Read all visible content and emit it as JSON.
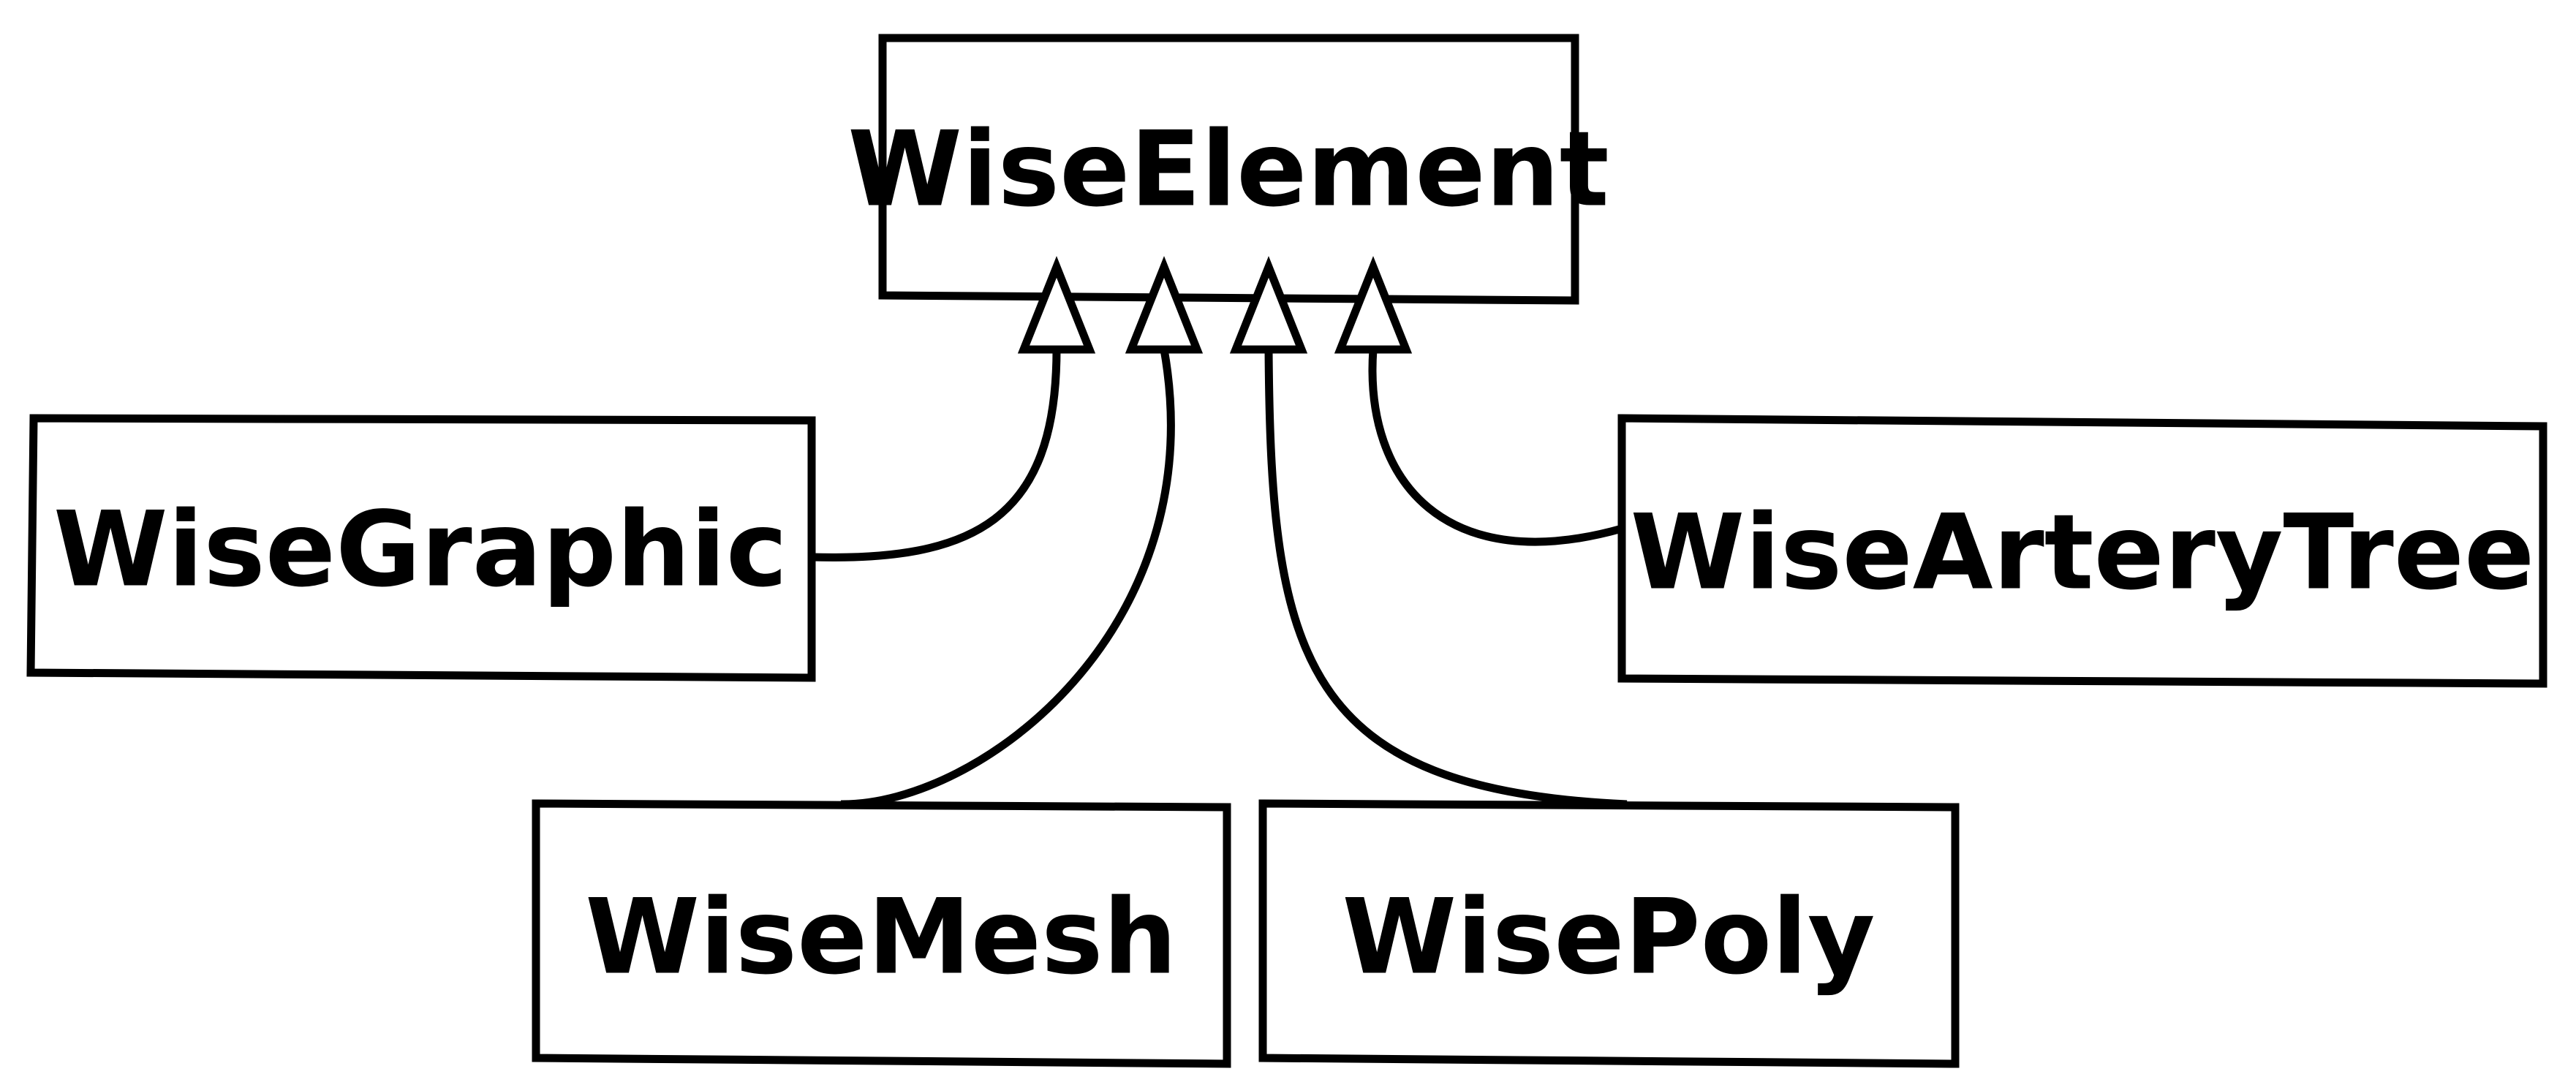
{
  "diagram": {
    "classes": [
      {
        "id": "wise-element",
        "label": "WiseElement"
      },
      {
        "id": "wise-graphic",
        "label": "WiseGraphic"
      },
      {
        "id": "wise-artery-tree",
        "label": "WiseArteryTree"
      },
      {
        "id": "wise-mesh",
        "label": "WiseMesh"
      },
      {
        "id": "wise-poly",
        "label": "WisePoly"
      }
    ],
    "relations": [
      {
        "from": "wise-graphic",
        "to": "wise-element",
        "type": "generalization"
      },
      {
        "from": "wise-mesh",
        "to": "wise-element",
        "type": "generalization"
      },
      {
        "from": "wise-poly",
        "to": "wise-element",
        "type": "generalization"
      },
      {
        "from": "wise-artery-tree",
        "to": "wise-element",
        "type": "generalization"
      }
    ]
  }
}
